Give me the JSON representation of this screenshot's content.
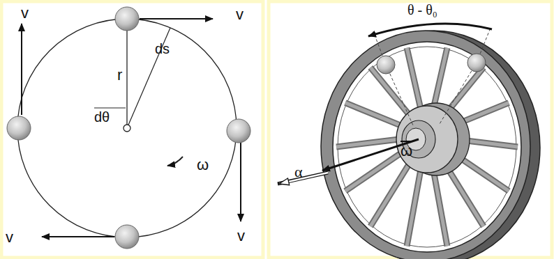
{
  "diagram": {
    "labels": [
      "v",
      "v",
      "v",
      "v",
      "ds",
      "r",
      "dθ",
      "ω",
      "θ - θ₀",
      "ω",
      "α"
    ]
  }
}
